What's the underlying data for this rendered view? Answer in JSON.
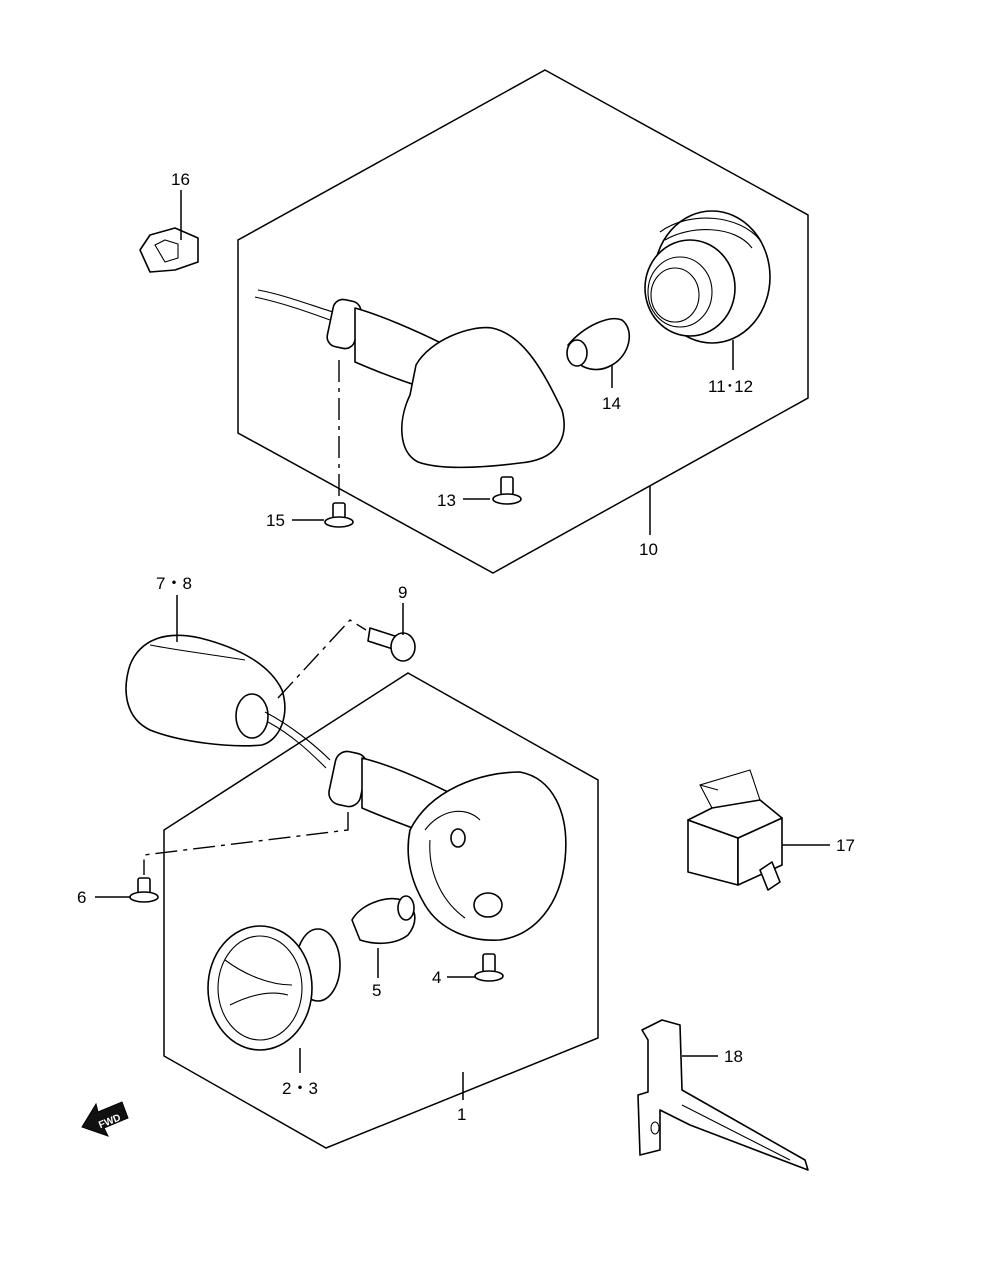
{
  "labels": {
    "p1": "1",
    "p2_3": "2・3",
    "p4": "4",
    "p5": "5",
    "p6": "6",
    "p7_8": "7・8",
    "p9": "9",
    "p10": "10",
    "p11_12": "11･12",
    "p13": "13",
    "p14": "14",
    "p15": "15",
    "p16": "16",
    "p17": "17",
    "p18": "18",
    "fwd": "FWD"
  }
}
